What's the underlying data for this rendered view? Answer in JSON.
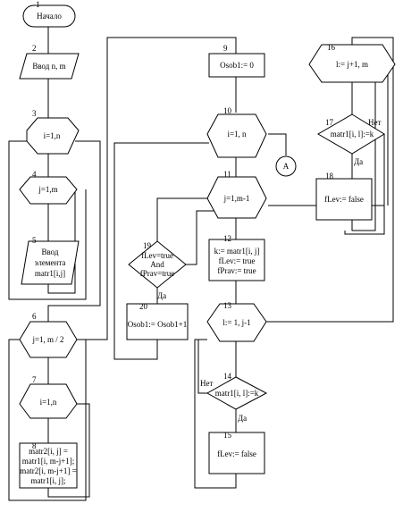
{
  "diagram": {
    "blocks": [
      {
        "id": "1",
        "type": "terminator",
        "lines": [
          "Начало"
        ]
      },
      {
        "id": "2",
        "type": "io",
        "lines": [
          "Ввод n, m"
        ]
      },
      {
        "id": "3",
        "type": "loop",
        "lines": [
          "i=1,n"
        ]
      },
      {
        "id": "4",
        "type": "loop",
        "lines": [
          "j=1,m"
        ]
      },
      {
        "id": "5",
        "type": "io",
        "lines": [
          "Ввод",
          "элемента",
          "matr1[i,j]"
        ]
      },
      {
        "id": "6",
        "type": "loop",
        "lines": [
          "j=1, m / 2"
        ]
      },
      {
        "id": "7",
        "type": "loop",
        "lines": [
          "i=1,n"
        ]
      },
      {
        "id": "8",
        "type": "process",
        "lines": [
          "matr2[i, j] =",
          "matr1[i, m-j+1];",
          "matr2[i, m-j+1] =",
          "matr1[i, j];"
        ]
      },
      {
        "id": "9",
        "type": "process",
        "lines": [
          "Osob1:= 0"
        ]
      },
      {
        "id": "10",
        "type": "loop",
        "lines": [
          "i=1, n"
        ]
      },
      {
        "id": "11",
        "type": "loop",
        "lines": [
          "j=1,m-1"
        ]
      },
      {
        "id": "12",
        "type": "process",
        "lines": [
          "k:= matr1[i, j]",
          "fLev:= true",
          "fPrav:= true"
        ]
      },
      {
        "id": "13",
        "type": "loop",
        "lines": [
          "l:= 1, j-1"
        ]
      },
      {
        "id": "14",
        "type": "decision",
        "lines": [
          "matr1[i, l]:=k"
        ]
      },
      {
        "id": "15",
        "type": "process",
        "lines": [
          "fLev:= false"
        ]
      },
      {
        "id": "16",
        "type": "loop",
        "lines": [
          "l:= j+1, m"
        ]
      },
      {
        "id": "17",
        "type": "decision",
        "lines": [
          "matr1[i, l]:=k"
        ]
      },
      {
        "id": "18",
        "type": "process",
        "lines": [
          "fLev:= false"
        ]
      },
      {
        "id": "19",
        "type": "decision",
        "lines": [
          "fLev=true",
          "And",
          "fPrav=true"
        ]
      },
      {
        "id": "20",
        "type": "process",
        "lines": [
          "Osob1:= Osob1+1"
        ]
      }
    ],
    "connector": "A",
    "branch_labels": {
      "yes": "Да",
      "no": "Нет"
    }
  }
}
